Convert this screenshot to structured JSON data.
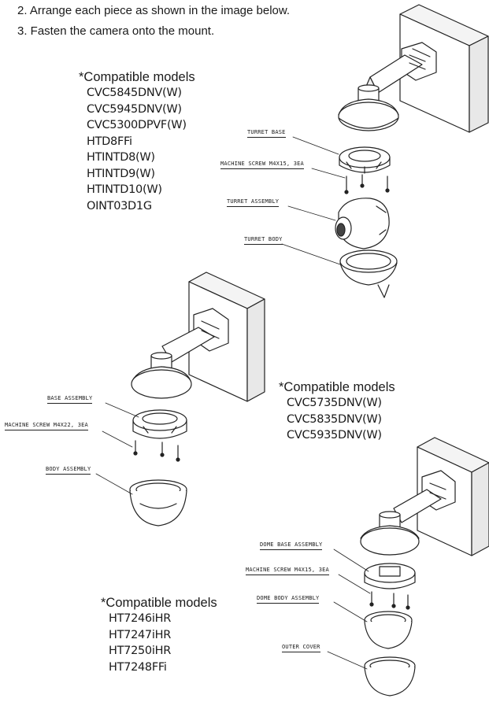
{
  "steps": [
    "2. Arrange each piece as shown in the image below.",
    "3. Fasten the camera onto the mount."
  ],
  "groups": [
    {
      "heading": "*Compatible models",
      "models": [
        "CVC5845DNV(W)",
        "CVC5945DNV(W)",
        "CVC5300DPVF(W)",
        "HTD8FFi",
        "HTINTD8(W)",
        "HTINTD9(W)",
        "HTINTD10(W)",
        "OINT03D1G"
      ],
      "callouts": [
        "TURRET BASE",
        "MACHINE SCREW M4X15, 3EA",
        "TURRET ASSEMBLY",
        "TURRET BODY"
      ]
    },
    {
      "heading": "*Compatible models",
      "models": [
        "CVC5735DNV(W)",
        "CVC5835DNV(W)",
        "CVC5935DNV(W)"
      ],
      "callouts": [
        "BASE ASSEMBLY",
        "MACHINE SCREW M4X22, 3EA",
        "BODY ASSEMBLY"
      ]
    },
    {
      "heading": "*Compatible models",
      "models": [
        "HT7246iHR",
        "HT7247iHR",
        "HT7250iHR",
        "HT7248FFi"
      ],
      "callouts": [
        "DOME BASE ASSEMBLY",
        "MACHINE SCREW M4X15, 3EA",
        "DOME BODY ASSEMBLY",
        "OUTER COVER"
      ]
    }
  ]
}
